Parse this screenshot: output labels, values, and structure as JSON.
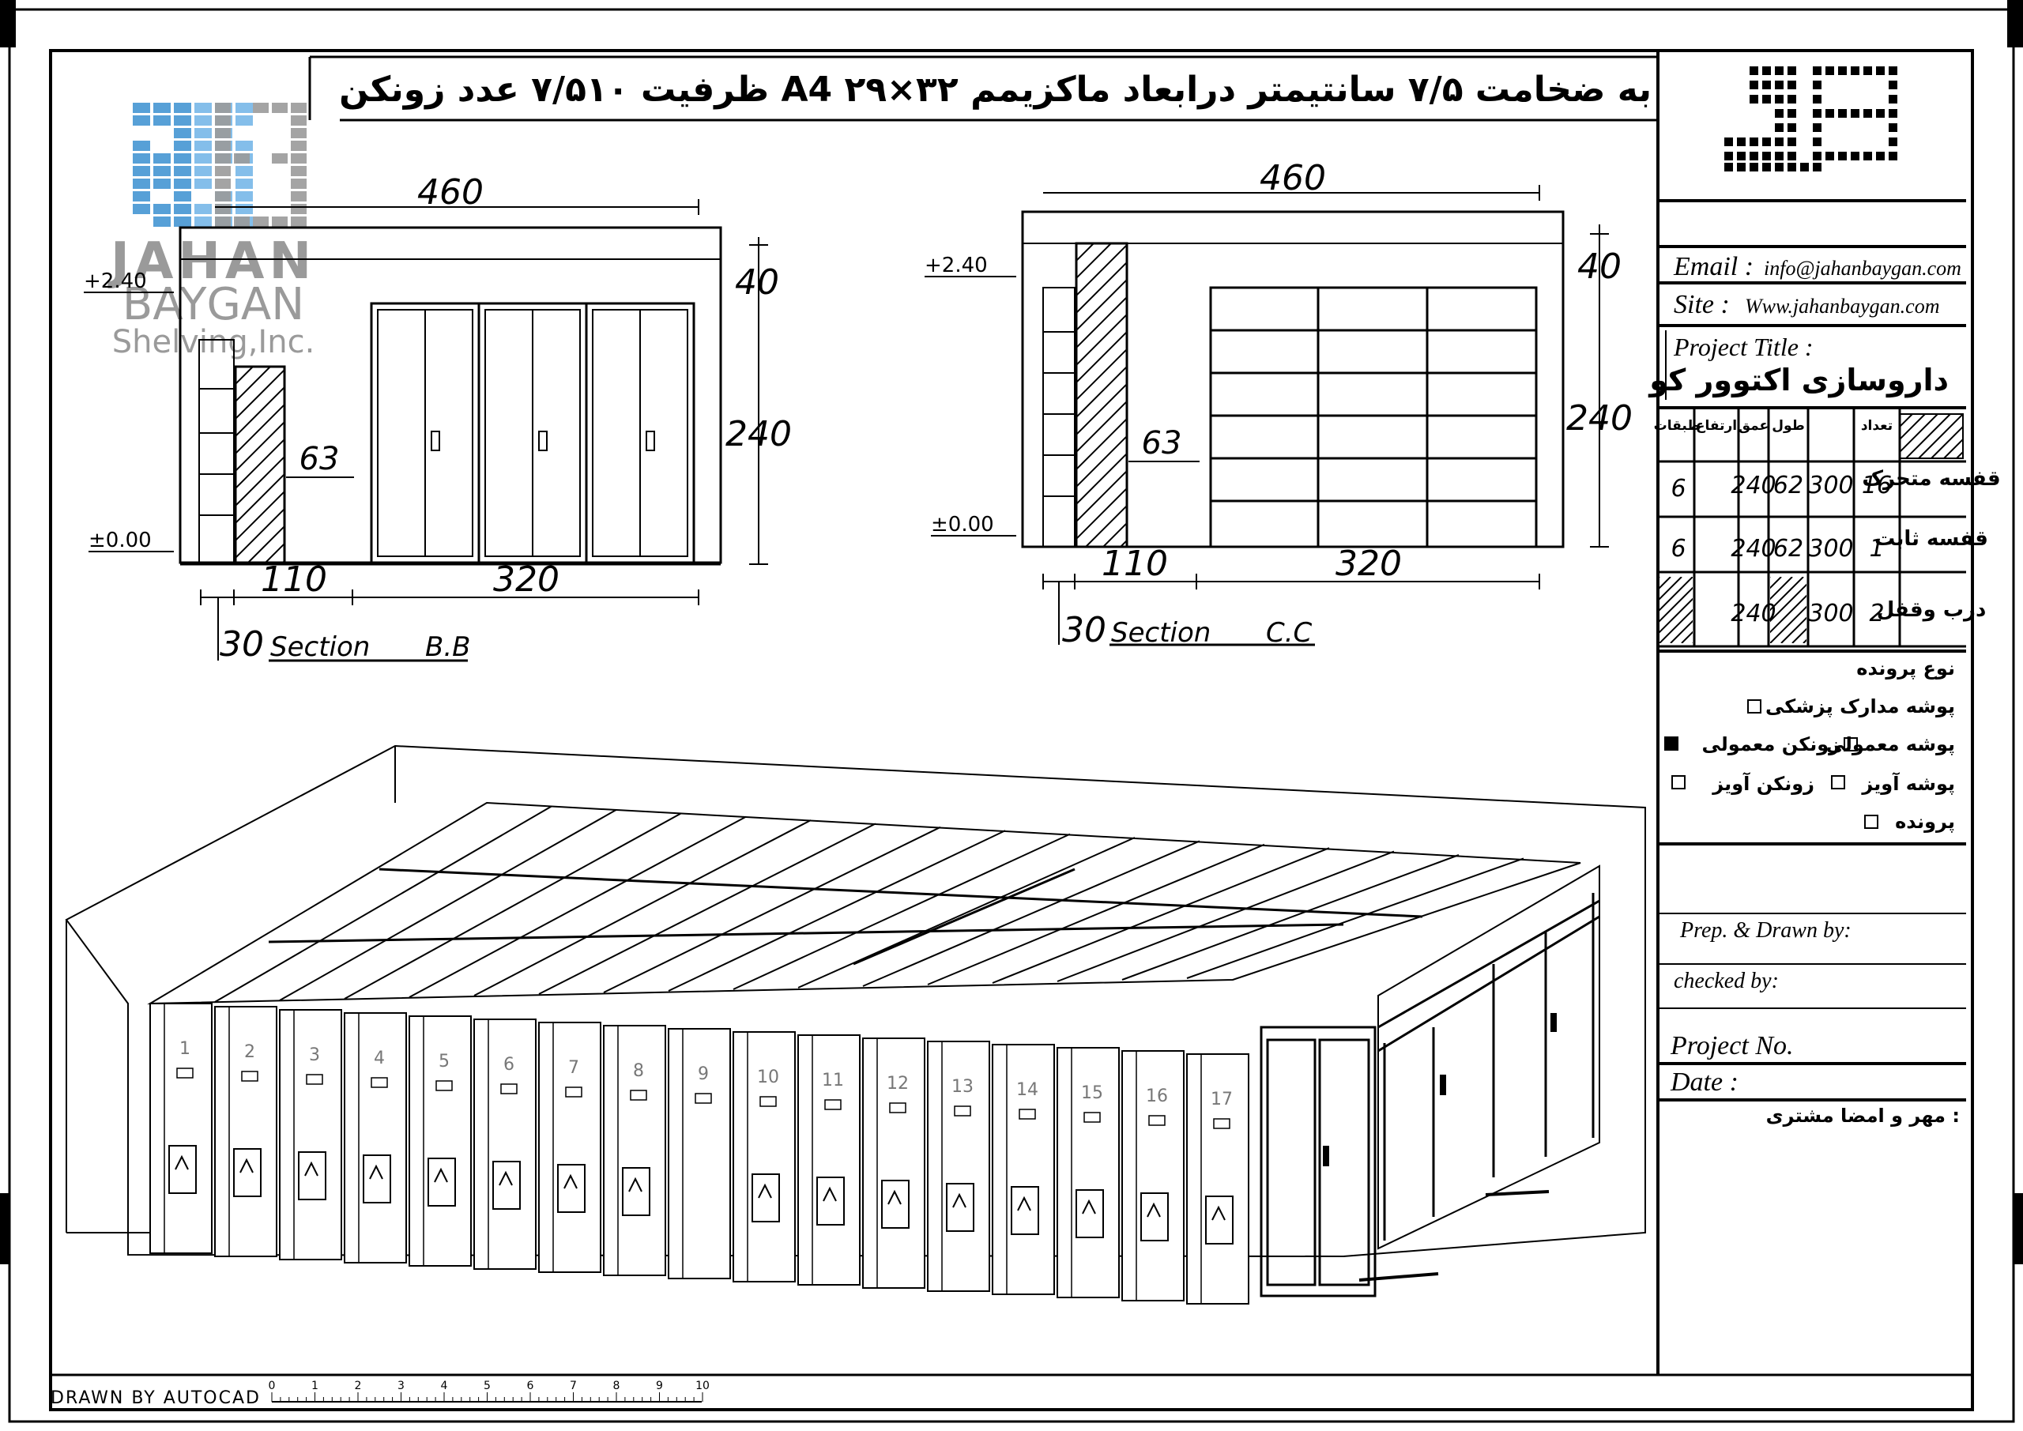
{
  "title": "ظرفیت ۷/۵۱۰ عدد زونکن A4 به ضخامت ۷/۵ سانتیمتر درابعاد ماکزیمم ۳۲×۲۹",
  "logo": {
    "line1": "JAHAN",
    "line2": "BAYGAN",
    "line3": "Shelving,Inc.",
    "accent": "#3a8fd0",
    "gray": "#9a9a9a"
  },
  "sections": [
    {
      "label": "Section",
      "code": "B.B",
      "width": "460",
      "top": "40",
      "height": "240",
      "aisle": "63",
      "fixed": "110",
      "mobile": "320",
      "offset": "30",
      "level_top": "+2.40",
      "level_bottom": "±0.00"
    },
    {
      "label": "Section",
      "code": "C.C",
      "width": "460",
      "top": "40",
      "height": "240",
      "aisle": "63",
      "fixed": "110",
      "mobile": "320",
      "offset": "30",
      "level_top": "+2.40",
      "level_bottom": "±0.00"
    }
  ],
  "info": {
    "email_label": "Email :",
    "email": "info@jahanbaygan.com",
    "site_label": "Site :",
    "site": "Www.jahanbaygan.com",
    "project_title_label": "Project Title :",
    "project_title": "داروسازی اکتوور کو"
  },
  "spec_table": {
    "headers": [
      "طبقات",
      "ارتفاع",
      "عمق",
      "طول",
      "تعداد"
    ],
    "rows": [
      {
        "name": "قفسه متحرک",
        "count": "16",
        "length": "300",
        "depth": "62",
        "height": "240",
        "shelves": "6"
      },
      {
        "name": "قفسه ثابت",
        "count": "1",
        "length": "300",
        "depth": "62",
        "height": "240",
        "shelves": "6"
      },
      {
        "name": "درب وقفل",
        "count": "2",
        "length": "300",
        "depth": "",
        "height": "240",
        "shelves": ""
      }
    ]
  },
  "file_types": {
    "heading": "نوع پرونده",
    "options": [
      {
        "label": "پوشه مدارک پزشکی",
        "checked": false
      },
      {
        "label": "پوشه معمولی",
        "checked": false
      },
      {
        "label": "زونکن معمولی",
        "checked": true
      },
      {
        "label": "پوشه آویز",
        "checked": false
      },
      {
        "label": "زونکن آویز",
        "checked": false
      },
      {
        "label": "پرونده",
        "checked": false
      }
    ]
  },
  "signoff": {
    "prepared": "Prep. & Drawn by:",
    "checked": "checked by:",
    "project_no": "Project No.",
    "date": "Date :",
    "client_seal": "مهر و امضا مشتری :"
  },
  "footer": {
    "drawn_by": "DRAWN BY AUTOCAD",
    "scale_ticks": [
      "0",
      "1",
      "2",
      "3",
      "4",
      "5",
      "6",
      "7",
      "8",
      "9",
      "10"
    ]
  },
  "units": [
    "1",
    "2",
    "3",
    "4",
    "5",
    "6",
    "7",
    "8",
    "9",
    "10",
    "11",
    "12",
    "13",
    "14",
    "15",
    "16",
    "17"
  ]
}
